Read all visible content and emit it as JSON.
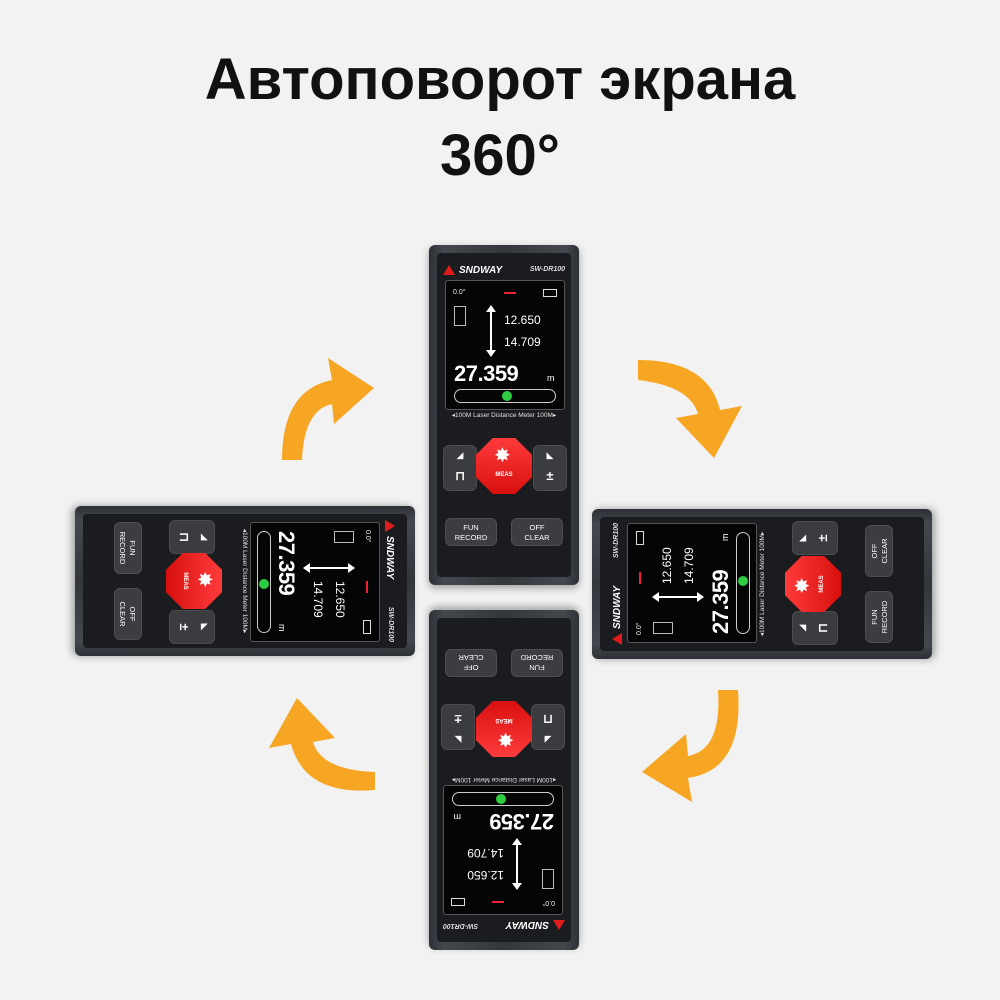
{
  "title": {
    "line1": "Автоповорот экрана",
    "line2": "360°"
  },
  "colors": {
    "arrow": "#f6a623",
    "accent": "#e01b1b",
    "ok": "#2ecc40"
  },
  "device": {
    "brand": "SNDWAY",
    "model": "SW-DR100",
    "screen": {
      "angle": "0.0°",
      "value1": "12.650",
      "value2": "14.709",
      "main_value": "27.359",
      "unit": "m"
    },
    "caption": "◂100M Laser Distance Meter 100M▸",
    "meas_label": "MEAS",
    "left_button": {
      "top": "◢",
      "glyph": "⊓"
    },
    "right_button": {
      "top": "◣",
      "glyph": "±"
    },
    "fun_button": {
      "line1": "FUN",
      "line2": "RECORD"
    },
    "off_button": {
      "line1": "OFF",
      "line2": "CLEAR"
    }
  },
  "icons": [
    "rotate-arrow-icon",
    "laser-star-icon"
  ]
}
